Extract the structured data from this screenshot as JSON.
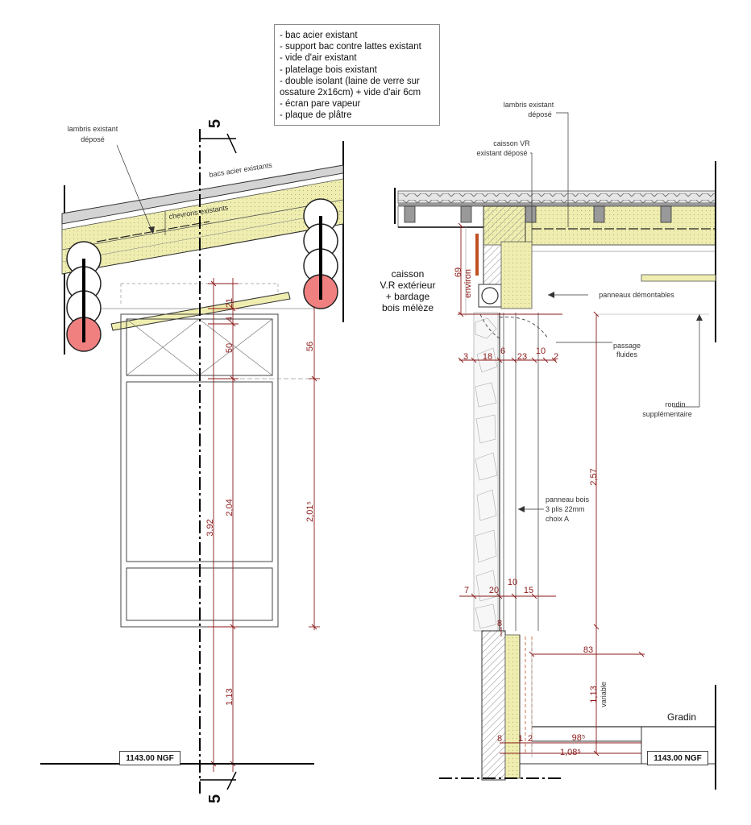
{
  "legend": {
    "items": [
      "- bac acier existant",
      "- support bac contre lattes existant",
      "- vide d'air existant",
      "- platelage bois existant",
      "- double isolant (laine de verre sur",
      "ossature 2x16cm) + vide d'air 6cm",
      "- écran pare vapeur",
      "- plaque de plâtre"
    ]
  },
  "left_section": {
    "section_mark": "5",
    "labels": {
      "lambris_1": "lambris existant",
      "lambris_2": "déposé",
      "bacs": "bacs acier existants",
      "chevrons": "chevrons existants"
    },
    "dims": {
      "d21": "21",
      "d4": "4",
      "d50": "50",
      "d56": "56",
      "d392": "3,92",
      "d204": "2,04",
      "d2015": "2,01⁵",
      "d113": "1,13"
    },
    "ngf": "1143.00 NGF"
  },
  "right_section": {
    "labels": {
      "lambris_1": "lambris existant",
      "lambris_2": "déposé",
      "caisson_vr_1": "caisson VR",
      "caisson_vr_2": "existant déposé",
      "caisson_ext_1": "caisson",
      "caisson_ext_2": "V.R extérieur",
      "caisson_ext_3": "+ bardage",
      "caisson_ext_4": "bois mélèze",
      "panneaux": "panneaux démontables",
      "passage_1": "passage",
      "passage_2": "fluides",
      "rondin_1": "rondin",
      "rondin_2": "supplémentaire",
      "panneau_1": "panneau bois",
      "panneau_2": "3 plis 22mm",
      "panneau_3": "choix A",
      "gradin": "Gradin",
      "variable": "variable",
      "environ": "environ"
    },
    "dims": {
      "d69": "69",
      "d3": "3",
      "d18": "18",
      "d6": "6",
      "d23": "23",
      "d10a": "10",
      "d2a": "2",
      "d257": "2,57",
      "d7": "7",
      "d20": "20",
      "d10b": "10",
      "d15": "15",
      "d8a": "8",
      "d83": "83",
      "d113": "1,13",
      "d8b": "8",
      "d1": "1",
      "d2b": "2",
      "d985": "98⁵",
      "d1085": "1,08⁵"
    },
    "ngf": "1143.00 NGF"
  },
  "colors": {
    "insulation": "#efeeb0",
    "dimension": "#8b1a1a",
    "log_red": "#f08080",
    "roof_gray": "#d4d4d4"
  }
}
